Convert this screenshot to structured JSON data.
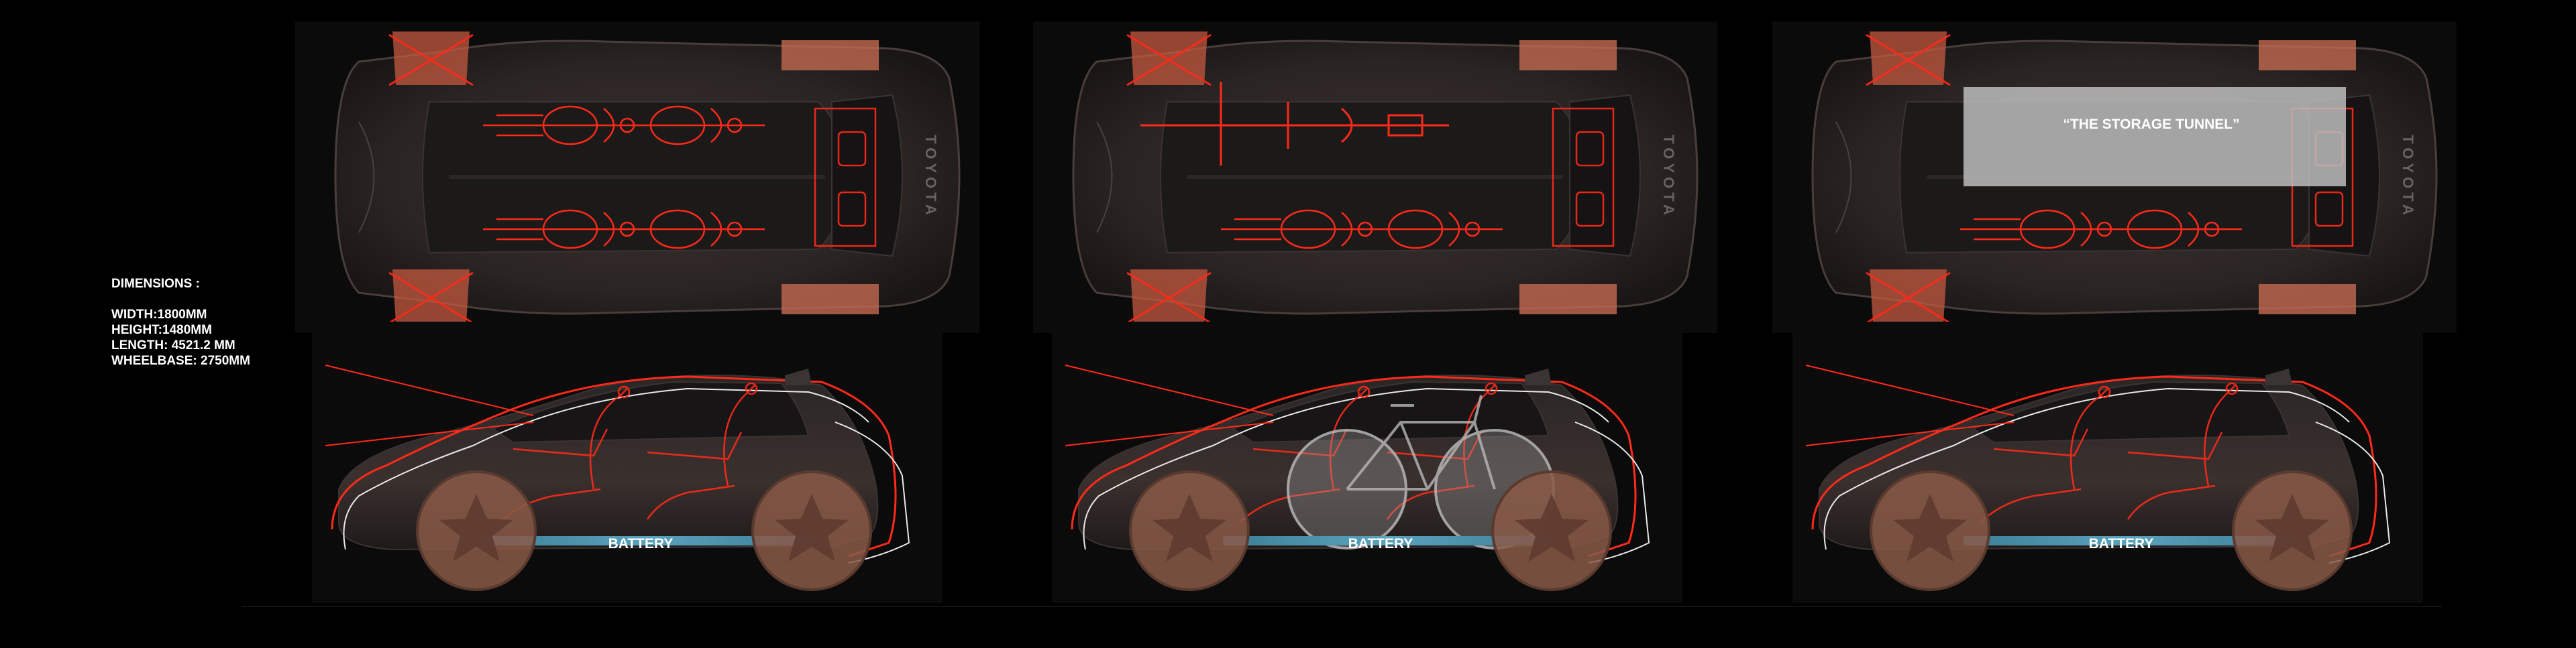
{
  "dimensions": {
    "title": "DIMENSIONS :",
    "width": "WIDTH:1800MM",
    "height": "HEIGHT:1480MM",
    "length": "LENGTH: 4521.2 MM",
    "wheelbase": "WHEELBASE: 2750MM"
  },
  "brand": "TOYOTA",
  "battery_label": "BATTERY",
  "storage_label": "“THE STORAGE TUNNEL”",
  "colors": {
    "background": "#000000",
    "panel": "#0b0b0b",
    "car_body": "#3a302e",
    "seat_lines": "#ff2a1a",
    "wheel_fill": "#8a5a48",
    "battery": "#4a8fa8",
    "storage_box": "#b8b8b8",
    "highlight": "#c46a50"
  },
  "configurations": [
    {
      "id": "seats-4",
      "top_label": "",
      "side_label": "BATTERY",
      "has_bike": false,
      "has_storage": false
    },
    {
      "id": "bike",
      "top_label": "",
      "side_label": "BATTERY",
      "has_bike": true,
      "has_storage": false
    },
    {
      "id": "storage",
      "top_label": "“THE STORAGE TUNNEL”",
      "side_label": "BATTERY",
      "has_bike": false,
      "has_storage": true
    }
  ]
}
